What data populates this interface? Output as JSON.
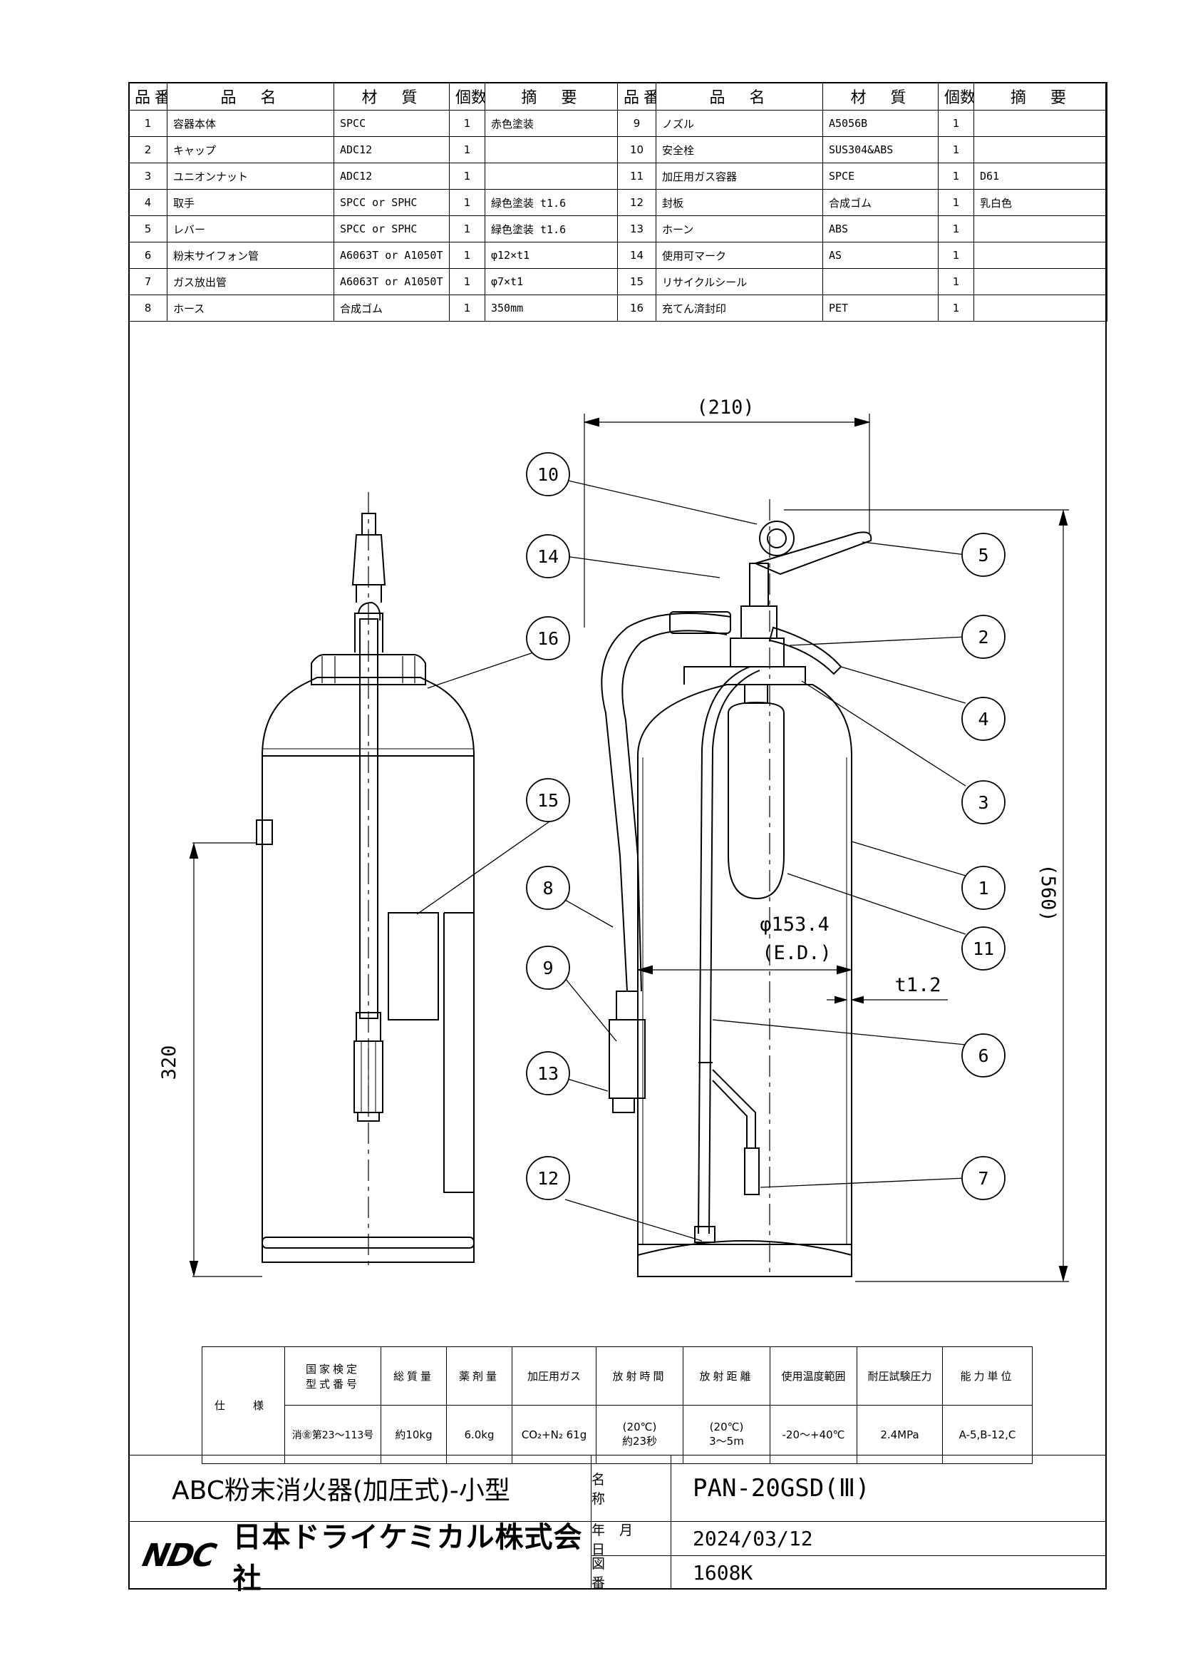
{
  "parts_table": {
    "headers": [
      "品番",
      "品　名",
      "材　質",
      "個数",
      "摘　要"
    ],
    "left": [
      {
        "no": "1",
        "name": "容器本体",
        "material": "SPCC",
        "qty": "1",
        "note": "赤色塗装"
      },
      {
        "no": "2",
        "name": "キャップ",
        "material": "ADC12",
        "qty": "1",
        "note": ""
      },
      {
        "no": "3",
        "name": "ユニオンナット",
        "material": "ADC12",
        "qty": "1",
        "note": ""
      },
      {
        "no": "4",
        "name": "取手",
        "material": "SPCC or SPHC",
        "qty": "1",
        "note": "緑色塗装 t1.6"
      },
      {
        "no": "5",
        "name": "レバー",
        "material": "SPCC or SPHC",
        "qty": "1",
        "note": "緑色塗装 t1.6"
      },
      {
        "no": "6",
        "name": "粉末サイフォン管",
        "material": "A6063T or A1050T",
        "qty": "1",
        "note": "φ12×t1"
      },
      {
        "no": "7",
        "name": "ガス放出管",
        "material": "A6063T or A1050T",
        "qty": "1",
        "note": "φ7×t1"
      },
      {
        "no": "8",
        "name": "ホース",
        "material": "合成ゴム",
        "qty": "1",
        "note": "350mm"
      }
    ],
    "right": [
      {
        "no": "9",
        "name": "ノズル",
        "material": "A5056B",
        "qty": "1",
        "note": ""
      },
      {
        "no": "10",
        "name": "安全栓",
        "material": "SUS304&ABS",
        "qty": "1",
        "note": ""
      },
      {
        "no": "11",
        "name": "加圧用ガス容器",
        "material": "SPCE",
        "qty": "1",
        "note": "D61"
      },
      {
        "no": "12",
        "name": "封板",
        "material": "合成ゴム",
        "qty": "1",
        "note": "乳白色"
      },
      {
        "no": "13",
        "name": "ホーン",
        "material": "ABS",
        "qty": "1",
        "note": ""
      },
      {
        "no": "14",
        "name": "使用可マーク",
        "material": "AS",
        "qty": "1",
        "note": ""
      },
      {
        "no": "15",
        "name": "リサイクルシール",
        "material": "",
        "qty": "1",
        "note": ""
      },
      {
        "no": "16",
        "name": "充てん済封印",
        "material": "PET",
        "qty": "1",
        "note": ""
      }
    ]
  },
  "drawing": {
    "dims": {
      "width": "(210)",
      "height": "(560)",
      "side_height": "320",
      "diameter": "φ153.4",
      "diameter_note": "(E.D.)",
      "thickness": "t1.2"
    },
    "balloons": [
      "10",
      "14",
      "16",
      "15",
      "8",
      "9",
      "13",
      "12",
      "5",
      "2",
      "4",
      "3",
      "1",
      "11",
      "6",
      "7"
    ]
  },
  "spec_table": {
    "row_label": "仕　様",
    "headers": [
      "国家検定\n型式番号",
      "総質量",
      "薬剤量",
      "加圧用ガス",
      "放射時間",
      "放射距離",
      "使用温度範囲",
      "耐圧試験圧力",
      "能力単位"
    ],
    "values": [
      "消㊎第23～113号",
      "約10kg",
      "6.0kg",
      "CO₂+N₂ 61g",
      "(20℃)\n約23秒",
      "(20℃)\n3～5m",
      "-20～+40℃",
      "2.4MPa",
      "A-5,B-12,C"
    ]
  },
  "title_block": {
    "product": "ABC粉末消火器(加圧式)-小型",
    "name_label": "名　称",
    "name_value": "PAN-20GSD(Ⅲ)",
    "date_label": "年月日",
    "date_value": "2024/03/12",
    "drawing_no_label": "図　番",
    "drawing_no_value": "1608K",
    "logo": "NDC",
    "company": "日本ドライケミカル株式会社"
  }
}
